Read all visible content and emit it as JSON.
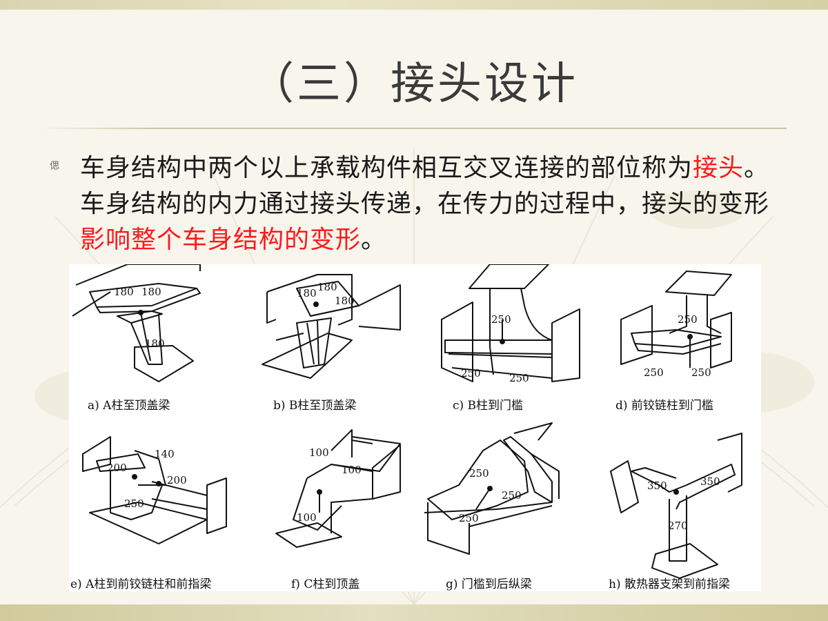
{
  "slide": {
    "title": "（三）接头设计",
    "bullet_glyph": "偲",
    "text_segments": [
      {
        "text": "车身结构中两个以上承载构件相互交叉连接的部位称为",
        "highlight": false
      },
      {
        "text": "接头",
        "highlight": true
      },
      {
        "text": "。车身结构的内力通过接头传递，在传力的过程中，接头的变形",
        "highlight": false
      },
      {
        "text": "影响整个车身结构的变形",
        "highlight": true
      },
      {
        "text": "。",
        "highlight": false
      }
    ],
    "highlight_color": "#ff1a1a",
    "title_color": "#3a3a3a"
  },
  "figure": {
    "captions": [
      "a) A柱至顶盖梁",
      "b) B柱至顶盖梁",
      "c) B柱到门槛",
      "d) 前铰链柱到门槛",
      "e) A柱到前铰链柱和前指梁",
      "f) C柱到顶盖",
      "g) 门槛到后纵梁",
      "h) 散热器支架到前指梁"
    ],
    "dims": {
      "a": [
        "180",
        "180",
        "180"
      ],
      "b": [
        "180",
        "180",
        "180"
      ],
      "c": [
        "250",
        "250",
        "250"
      ],
      "d": [
        "250",
        "250",
        "250"
      ],
      "e": [
        "140",
        "200",
        "200",
        "250"
      ],
      "f": [
        "100",
        "100",
        "100"
      ],
      "g": [
        "250",
        "250",
        "250"
      ],
      "h": [
        "350",
        "350",
        "270"
      ]
    }
  }
}
